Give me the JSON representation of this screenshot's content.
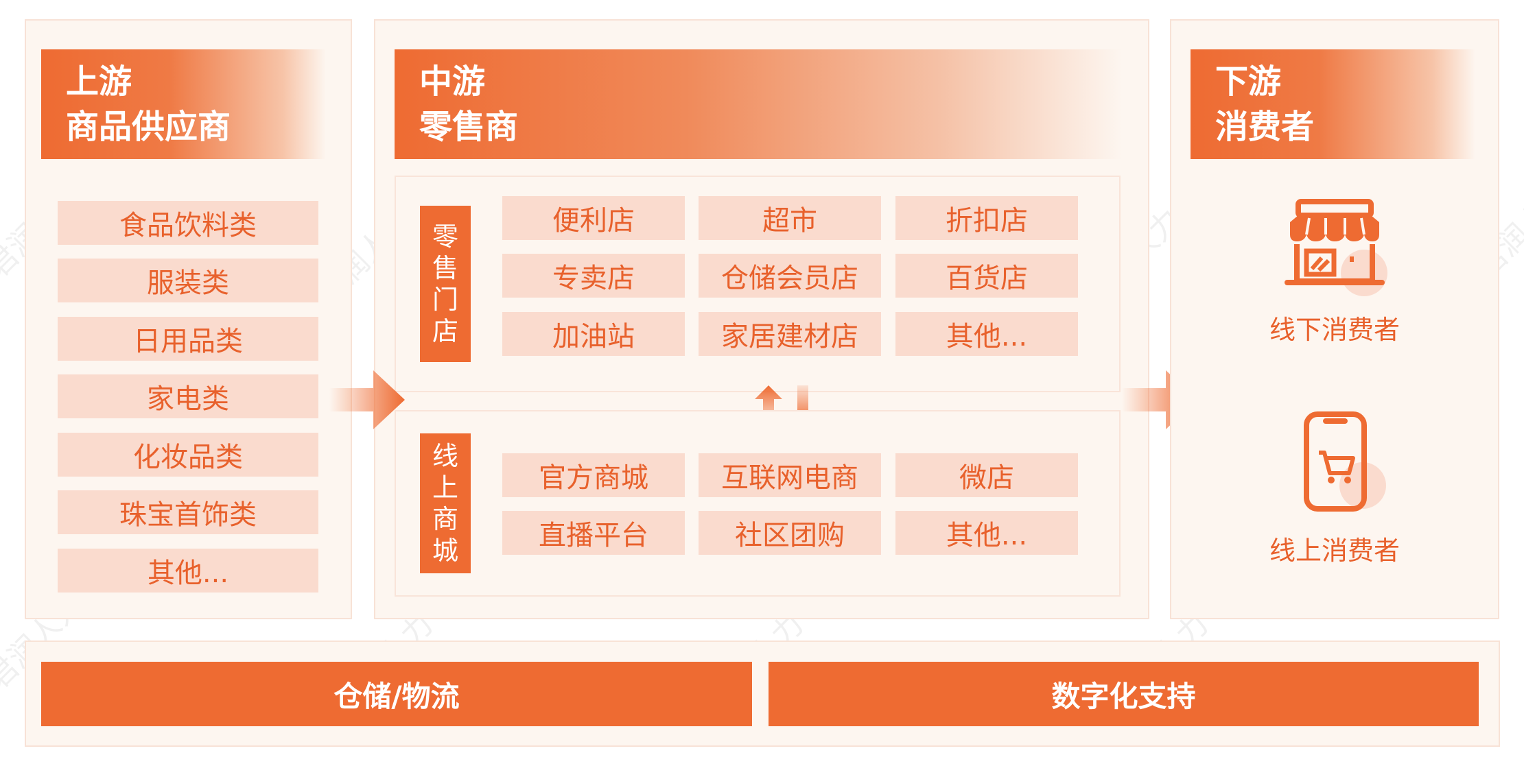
{
  "upstream": {
    "title_line1": "上游",
    "title_line2": "商品供应商",
    "items": [
      "食品饮料类",
      "服装类",
      "日用品类",
      "家电类",
      "化妆品类",
      "珠宝首饰类",
      "其他..."
    ]
  },
  "midstream": {
    "title_line1": "中游",
    "title_line2": "零售商",
    "stores": {
      "label_chars": [
        "零",
        "售",
        "门",
        "店"
      ],
      "items": [
        "便利店",
        "超市",
        "折扣店",
        "专卖店",
        "仓储会员店",
        "百货店",
        "加油站",
        "家居建材店",
        "其他..."
      ]
    },
    "online": {
      "label_chars": [
        "线",
        "上",
        "商",
        "城"
      ],
      "items": [
        "官方商城",
        "互联网电商",
        "微店",
        "直播平台",
        "社区团购",
        "其他..."
      ]
    }
  },
  "downstream": {
    "title_line1": "下游",
    "title_line2": "消费者",
    "offline_label": "线下消费者",
    "online_label": "线上消费者"
  },
  "support": {
    "logistics": "仓储/物流",
    "digital": "数字化支持"
  },
  "watermark": "君润人力",
  "colors": {
    "accent": "#ee6b32",
    "tag_bg": "#fadbce",
    "panel_bg": "#fdf6f0"
  },
  "icons": [
    "storefront-icon",
    "smartphone-cart-icon",
    "arrow-right-icon",
    "bidirectional-arrow-icon"
  ]
}
